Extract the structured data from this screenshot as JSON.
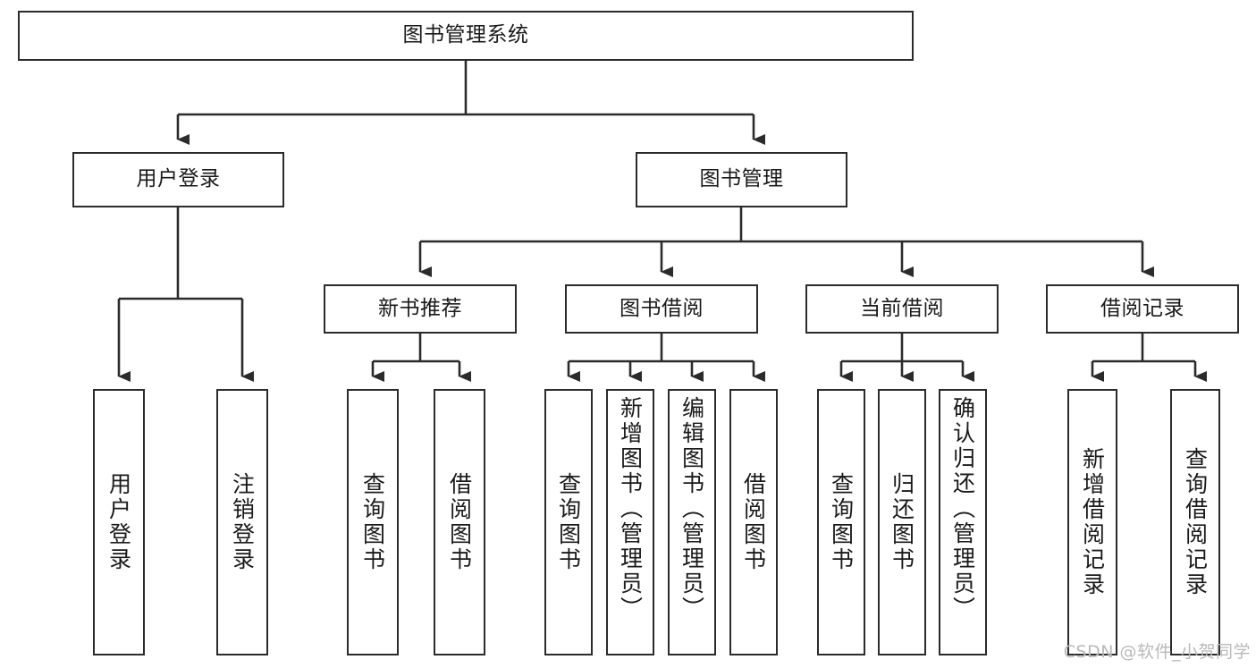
{
  "diagram": {
    "title": "图书管理系统",
    "type": "tree",
    "colors": {
      "box_border": "#2b2b2b",
      "box_fill": "#ffffff",
      "connector": "#2b2b2b",
      "text": "#1a1a1a",
      "watermark": "#b9b9b9",
      "background": "#ffffff"
    },
    "root": {
      "id": "root",
      "label": "图书管理系统"
    },
    "level2": [
      {
        "id": "user-login",
        "label": "用户登录"
      },
      {
        "id": "book-manage",
        "label": "图书管理"
      }
    ],
    "level3": [
      {
        "id": "new-book-recommend",
        "label": "新书推荐"
      },
      {
        "id": "book-borrow",
        "label": "图书借阅"
      },
      {
        "id": "current-borrow",
        "label": "当前借阅"
      },
      {
        "id": "borrow-record",
        "label": "借阅记录"
      }
    ],
    "leaves": {
      "user_login": [
        {
          "id": "leaf-user-login",
          "label": "用户登录"
        },
        {
          "id": "leaf-logout-login",
          "label": "注销登录"
        }
      ],
      "new_book_recommend": [
        {
          "id": "leaf-query-book-1",
          "label": "查询图书"
        },
        {
          "id": "leaf-borrow-book-1",
          "label": "借阅图书"
        }
      ],
      "book_borrow": [
        {
          "id": "leaf-query-book-2",
          "label": "查询图书"
        },
        {
          "id": "leaf-add-book",
          "label": "新增图书（管理员）"
        },
        {
          "id": "leaf-edit-book",
          "label": "编辑图书（管理员）"
        },
        {
          "id": "leaf-borrow-book-2",
          "label": "借阅图书"
        }
      ],
      "current_borrow": [
        {
          "id": "leaf-query-book-3",
          "label": "查询图书"
        },
        {
          "id": "leaf-return-book",
          "label": "归还图书"
        },
        {
          "id": "leaf-confirm-return",
          "label": "确认归还（管理员）"
        }
      ],
      "borrow_record": [
        {
          "id": "leaf-add-record",
          "label": "新增借阅记录"
        },
        {
          "id": "leaf-query-record",
          "label": "查询借阅记录"
        }
      ]
    }
  },
  "watermark": {
    "text": "CSDN @软件_小贺同学"
  }
}
